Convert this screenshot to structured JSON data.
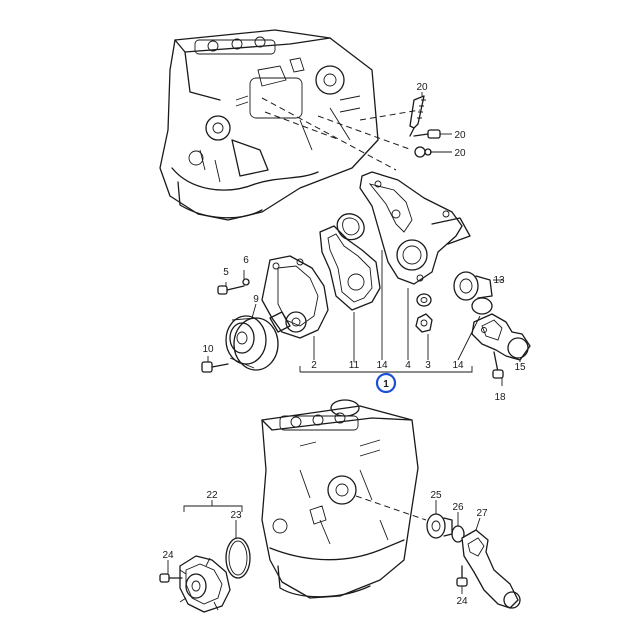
{
  "callout": {
    "number": "1",
    "color": "#1a4fd6"
  },
  "upper_labels": {
    "p2": "2",
    "p3": "3",
    "p4": "4",
    "p5": "5",
    "p6": "6",
    "p9": "9",
    "p10": "10",
    "p11": "11",
    "p13": "13",
    "p14a": "14",
    "p14b": "14",
    "p15": "15",
    "p18": "18",
    "p20a": "20",
    "p20b": "20",
    "p20c": "20"
  },
  "lower_labels": {
    "p22": "22",
    "p23": "23",
    "p24a": "24",
    "p24b": "24",
    "p25": "25",
    "p26": "26",
    "p27": "27"
  }
}
